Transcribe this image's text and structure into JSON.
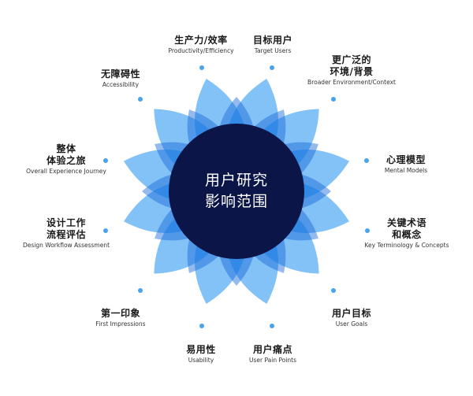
{
  "center": {
    "line1": "用户研究",
    "line2": "影响范围"
  },
  "colors": {
    "petal": "#1e8ff0",
    "core": "#0b1548",
    "dot": "#4aa3ee"
  },
  "labels": [
    {
      "zh": [
        "生产力/效率"
      ],
      "en": "Productivity/Efficiency"
    },
    {
      "zh": [
        "目标用户"
      ],
      "en": "Target Users"
    },
    {
      "zh": [
        "更广泛的",
        "环境/背景"
      ],
      "en": "Broader Environment/Context"
    },
    {
      "zh": [
        "心理模型"
      ],
      "en": "Mental Models"
    },
    {
      "zh": [
        "关键术语",
        "和概念"
      ],
      "en": "Key Terminology & Concepts"
    },
    {
      "zh": [
        "用户目标"
      ],
      "en": "User Goals"
    },
    {
      "zh": [
        "用户痛点"
      ],
      "en": "User Pain Points"
    },
    {
      "zh": [
        "易用性"
      ],
      "en": "Usability"
    },
    {
      "zh": [
        "第一印象"
      ],
      "en": "First Impressions"
    },
    {
      "zh": [
        "设计工作",
        "流程评估"
      ],
      "en": "Design Workflow Assessment"
    },
    {
      "zh": [
        "整体",
        "体验之旅"
      ],
      "en": "Overall Experience Journey"
    },
    {
      "zh": [
        "无障碍性"
      ],
      "en": "Accessibility"
    }
  ]
}
